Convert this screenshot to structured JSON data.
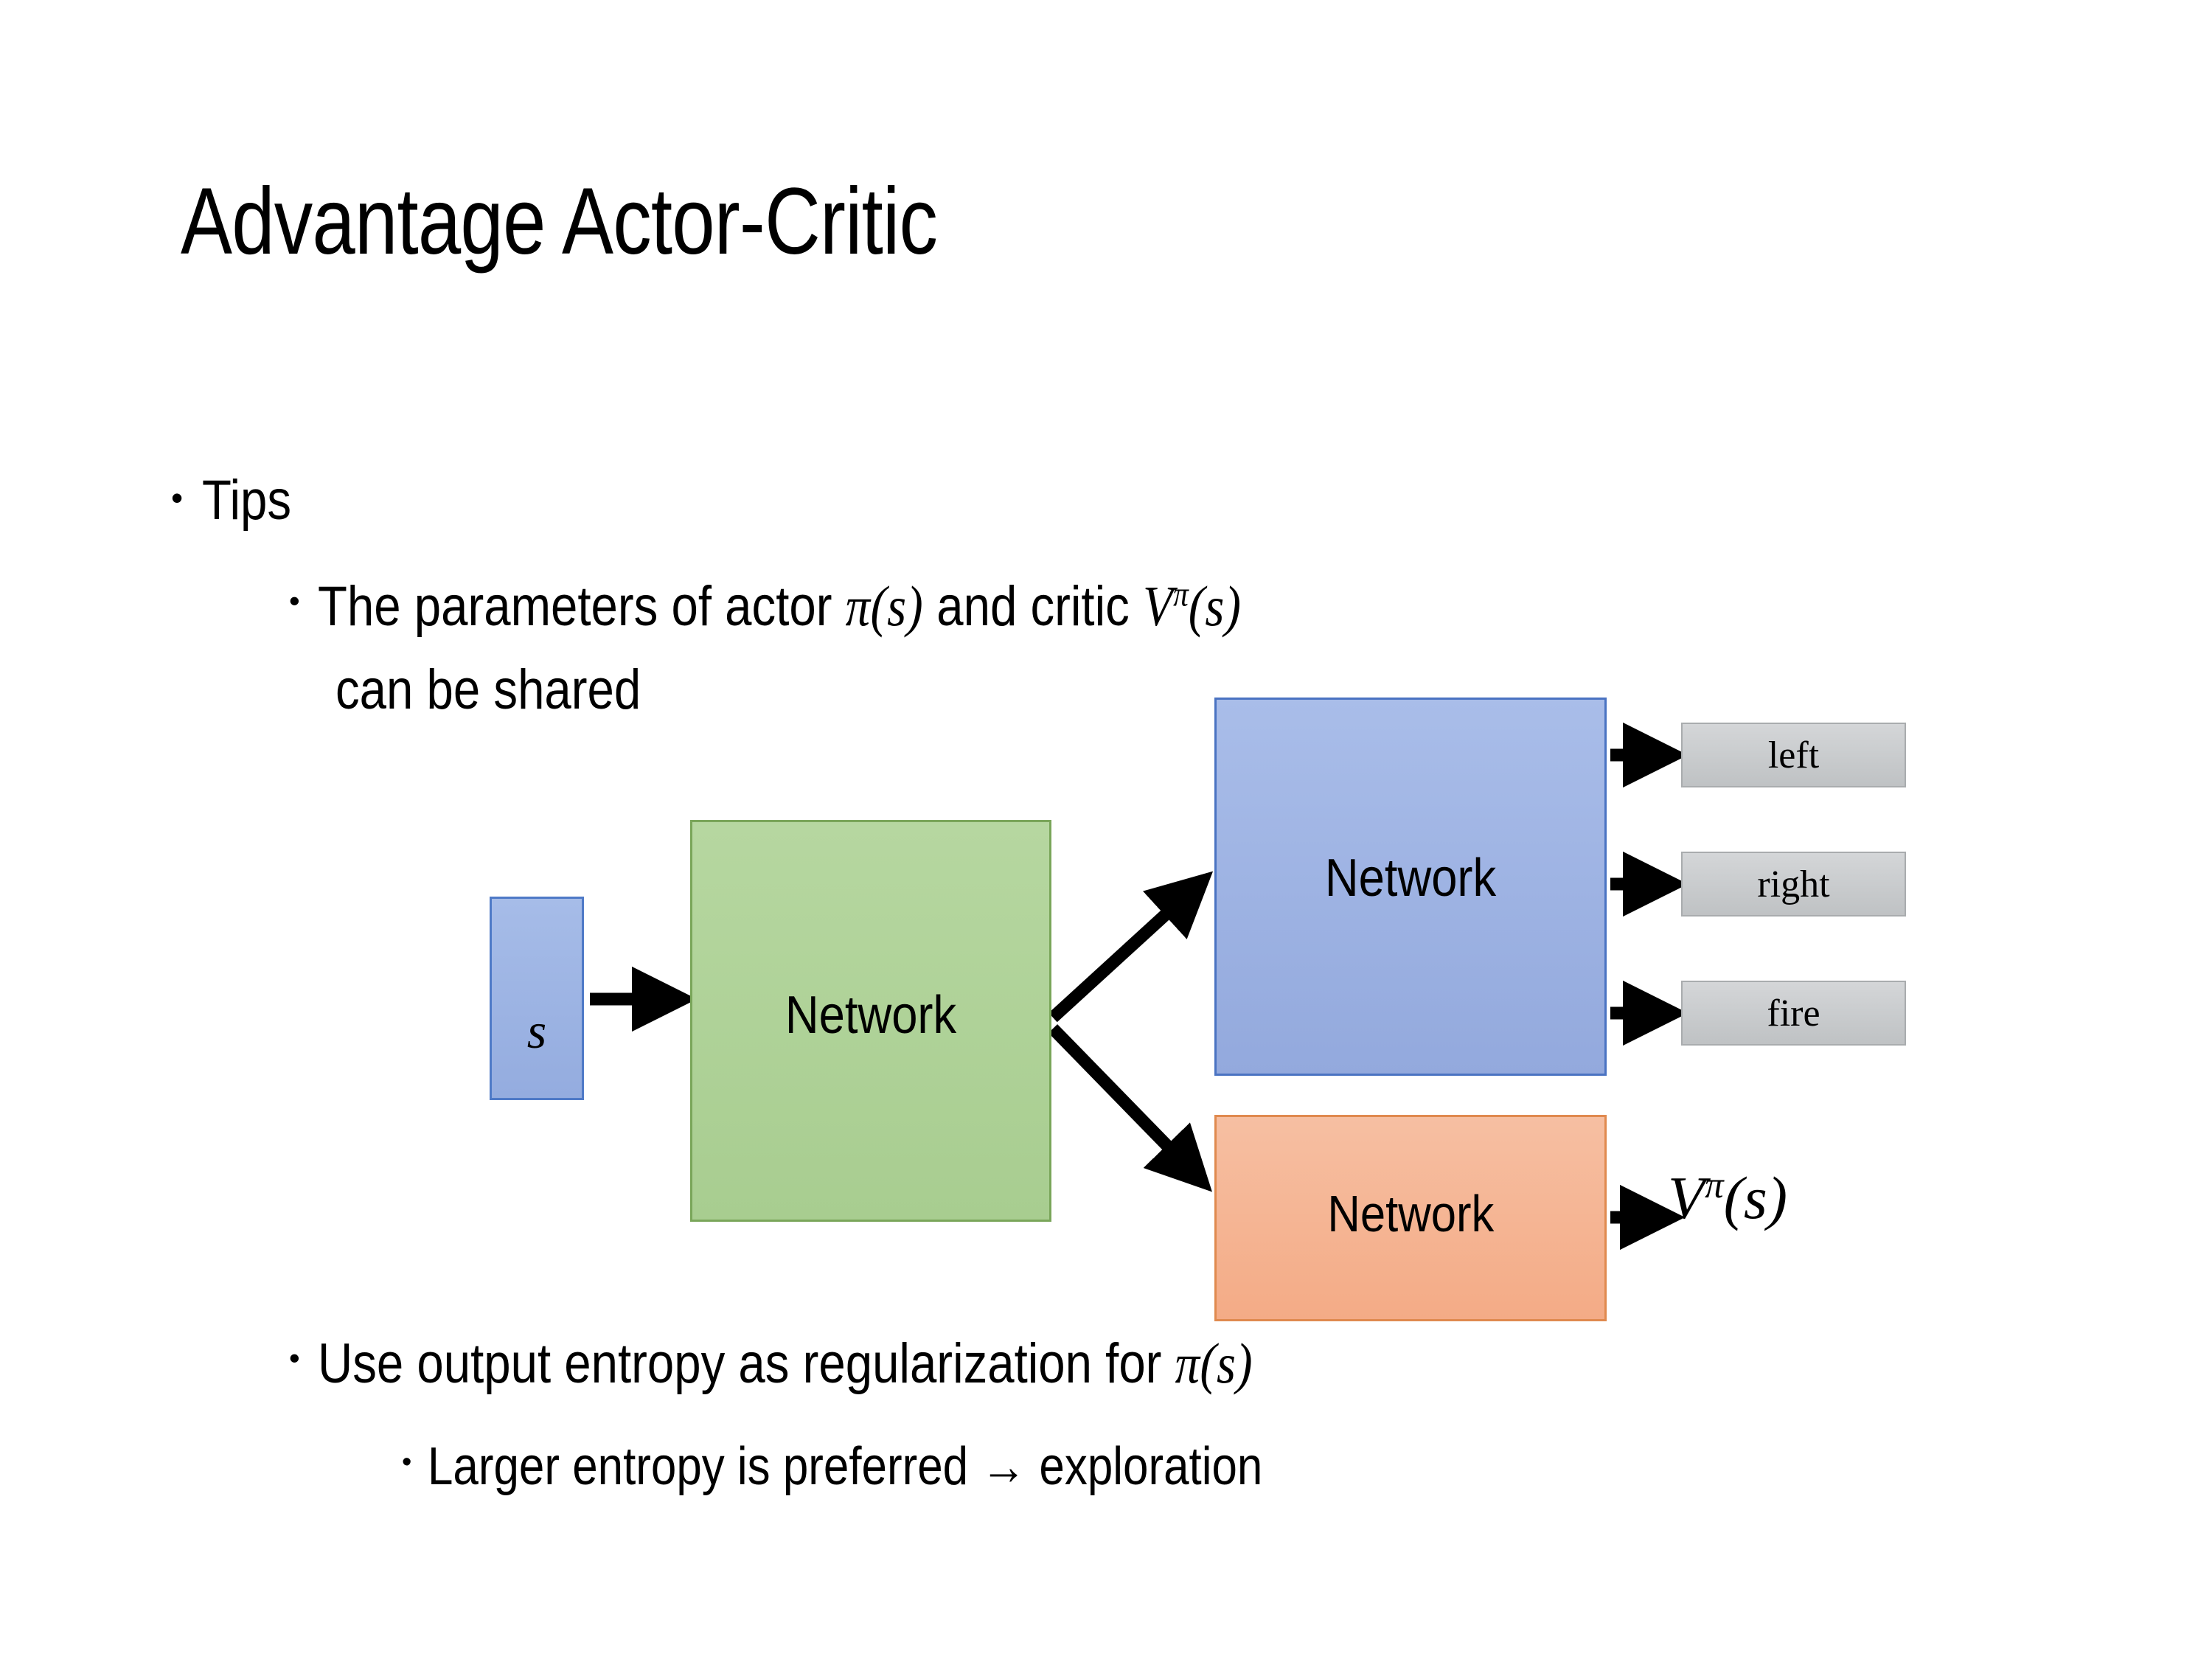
{
  "slide": {
    "title": "Advantage Actor-Critic",
    "background_color": "#ffffff",
    "text_color": "#000000"
  },
  "bullets": [
    {
      "level": 1,
      "marker": "•",
      "text": "Tips"
    },
    {
      "level": 2,
      "marker": "•",
      "text_before_math": "The parameters of actor ",
      "math_actor": "π(s)",
      "text_middle": "  and critic ",
      "math_critic_base": "V",
      "math_critic_sup": "π",
      "math_critic_arg": "(s)",
      "wrapped_line": "can be shared"
    },
    {
      "level": 2,
      "marker": "•",
      "text_before_math": "Use output entropy as regularization for ",
      "math_actor": "π(s)"
    },
    {
      "level": 3,
      "marker": "•",
      "text": "Larger entropy is preferred → exploration"
    }
  ],
  "diagram": {
    "state_box": {
      "label": "s",
      "fill": "#9bb2e0",
      "border": "#4f7ac7"
    },
    "shared_network": {
      "label": "Network",
      "fill": "#afd195",
      "border": "#7aa65a"
    },
    "actor_network": {
      "label": "Network",
      "fill": "#9eb3e3",
      "border": "#4a73c2"
    },
    "critic_network": {
      "label": "Network",
      "fill": "#f4b294",
      "border": "#e08a4f"
    },
    "action_outputs": [
      {
        "label": "left",
        "fill": "#c9cccd",
        "border": "#a9acae"
      },
      {
        "label": "right",
        "fill": "#c9cccd",
        "border": "#a9acae"
      },
      {
        "label": "fire",
        "fill": "#c9cccd",
        "border": "#a9acae"
      }
    ],
    "value_output": {
      "base": "V",
      "superscript": "π",
      "argument": "(s)"
    },
    "arrow_color": "#000000",
    "arrows": [
      {
        "name": "state-to-shared",
        "from": "state_box",
        "to": "shared_network"
      },
      {
        "name": "shared-to-actor",
        "from": "shared_network",
        "to": "actor_network"
      },
      {
        "name": "shared-to-critic",
        "from": "shared_network",
        "to": "critic_network"
      },
      {
        "name": "actor-to-left",
        "from": "actor_network",
        "to": "left"
      },
      {
        "name": "actor-to-right",
        "from": "actor_network",
        "to": "right"
      },
      {
        "name": "actor-to-fire",
        "from": "actor_network",
        "to": "fire"
      },
      {
        "name": "critic-to-value",
        "from": "critic_network",
        "to": "value_output"
      }
    ]
  }
}
